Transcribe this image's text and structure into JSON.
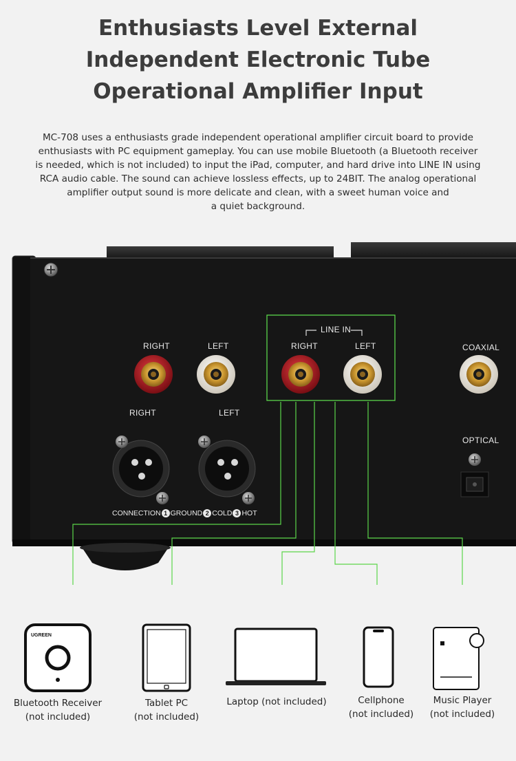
{
  "headline": {
    "line1": "Enthusiasts Level External",
    "line2": "Independent Electronic Tube",
    "line3": "Operational Amplifier Input"
  },
  "description": {
    "line1": "MC-708 uses a enthusiasts grade independent operational amplifier circuit board to provide",
    "line2": "enthusiasts with PC equipment gameplay. You can use mobile Bluetooth (a Bluetooth receiver",
    "line3": "is needed, which is not included) to input the iPad, computer, and hard drive into LINE IN using",
    "line4": "RCA audio cable. The sound can achieve lossless effects, up to 24BIT. The analog operational",
    "line5": "amplifier output sound is more delicate and clean, with a sweet human voice and",
    "line6": "a quiet background."
  },
  "panel": {
    "rca_right": "RIGHT",
    "rca_left": "LEFT",
    "line_in": "LINE IN",
    "line_in_right": "RIGHT",
    "line_in_left": "LEFT",
    "coaxial": "COAXIAL",
    "xlr_right": "RIGHT",
    "xlr_left": "LEFT",
    "optical": "OPTICAL",
    "conn_prefix": "CONNECTION",
    "conn_n1": "1",
    "conn_ground": "GROUND",
    "conn_n2": "2",
    "conn_cold": "COLD",
    "conn_n3": "3",
    "conn_hot": "HOT",
    "ugreen": "UGREEN"
  },
  "devices": [
    {
      "line1": "Bluetooth Receiver",
      "line2": "(not included)",
      "icon": "bluetooth-receiver-icon"
    },
    {
      "line1": "Tablet PC",
      "line2": "(not included)",
      "icon": "tablet-icon"
    },
    {
      "line1": "Laptop (not included)",
      "line2": "",
      "icon": "laptop-icon"
    },
    {
      "line1": "Cellphone",
      "line2": "(not included)",
      "icon": "cellphone-icon"
    },
    {
      "line1": "Music Player",
      "line2": "(not included)",
      "icon": "music-player-icon"
    }
  ],
  "colors": {
    "background": "#f2f2f2",
    "panel": "#151515",
    "wire": "#5bd64a",
    "rca_red": "#b3121c",
    "rca_white": "#e9e4da",
    "gold": "#d4a33a"
  }
}
